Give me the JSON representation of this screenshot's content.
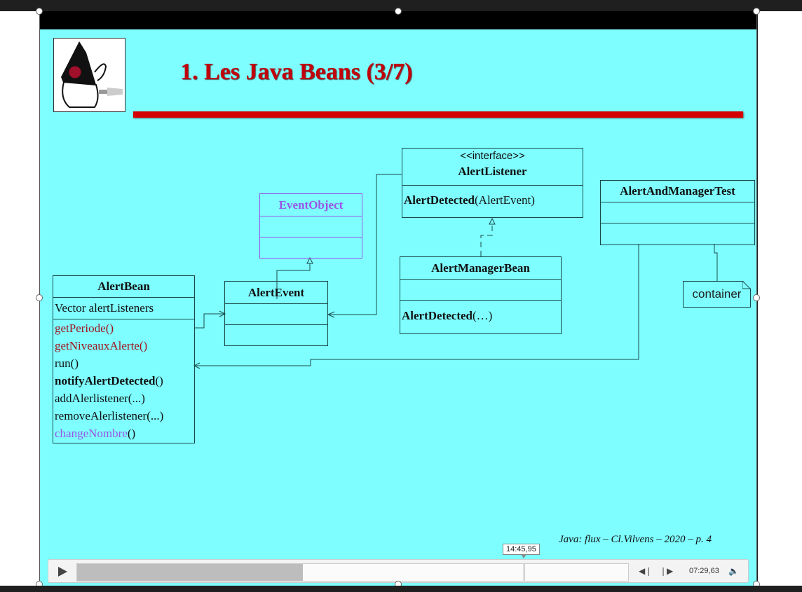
{
  "slide": {
    "title": "1. Les Java Beans (3/7)",
    "footer": "Java: flux – Cl.Vilvens – 2020 – p. 4"
  },
  "diagram": {
    "event_object": {
      "name": "EventObject"
    },
    "alert_listener": {
      "stereotype": "<<interface>>",
      "name": "AlertListener",
      "method_name": "AlertDetected",
      "method_args": "(AlertEvent)"
    },
    "alert_and_manager_test": {
      "name": "AlertAndManagerTest"
    },
    "alert_manager_bean": {
      "name": "AlertManagerBean",
      "method_name": "AlertDetected",
      "method_args": "(…)"
    },
    "alert_event": {
      "name": "AlertEvent"
    },
    "alert_bean": {
      "name": "AlertBean",
      "attribute": "Vector alertListeners",
      "methods": {
        "m1": "getPeriode()",
        "m2": "getNiveauxAlerte()",
        "m3": "run()",
        "m4_name": "notifyAlertDetected",
        "m4_suffix": "()",
        "m5": "addAlerlistener(...)",
        "m6": "removeAlerlistener(...)",
        "m7_name": "changeNombre",
        "m7_suffix": "()"
      }
    },
    "note": {
      "text": "container"
    }
  },
  "player": {
    "tooltip": "14:45,95",
    "time": "07:29,63",
    "progress": 0.41,
    "marker": 0.81,
    "icons": {
      "play": "play-icon",
      "prev": "prev-frame-icon",
      "next": "next-frame-icon",
      "volume": "volume-icon"
    }
  },
  "colors": {
    "slide_bg": "#7efefe",
    "title": "#c0000a",
    "red_text": "#a0141e",
    "purple_text": "#9a55e8"
  }
}
